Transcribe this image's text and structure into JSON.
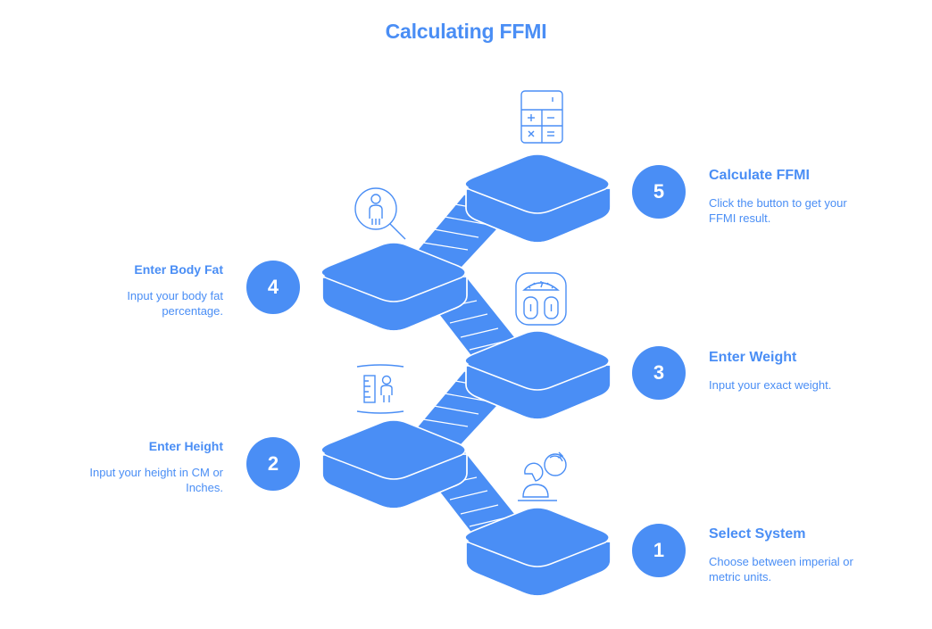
{
  "title": "Calculating FFMI",
  "steps": [
    {
      "number": "1",
      "title": "Select System",
      "description": "Choose between imperial or metric units.",
      "icon": "scale-comparison-icon"
    },
    {
      "number": "2",
      "title": "Enter Height",
      "description": "Input your height in CM or Inches.",
      "icon": "height-ruler-person-icon"
    },
    {
      "number": "3",
      "title": "Enter Weight",
      "description": "Input your exact weight.",
      "icon": "bathroom-scale-icon"
    },
    {
      "number": "4",
      "title": "Enter Body Fat",
      "description": "Input your body fat percentage.",
      "icon": "person-magnifier-icon"
    },
    {
      "number": "5",
      "title": "Calculate FFMI",
      "description": "Click the button to get your FFMI result.",
      "icon": "calculator-icon"
    }
  ],
  "colors": {
    "accent": "#4a8ef5",
    "outline": "#ffffff"
  }
}
